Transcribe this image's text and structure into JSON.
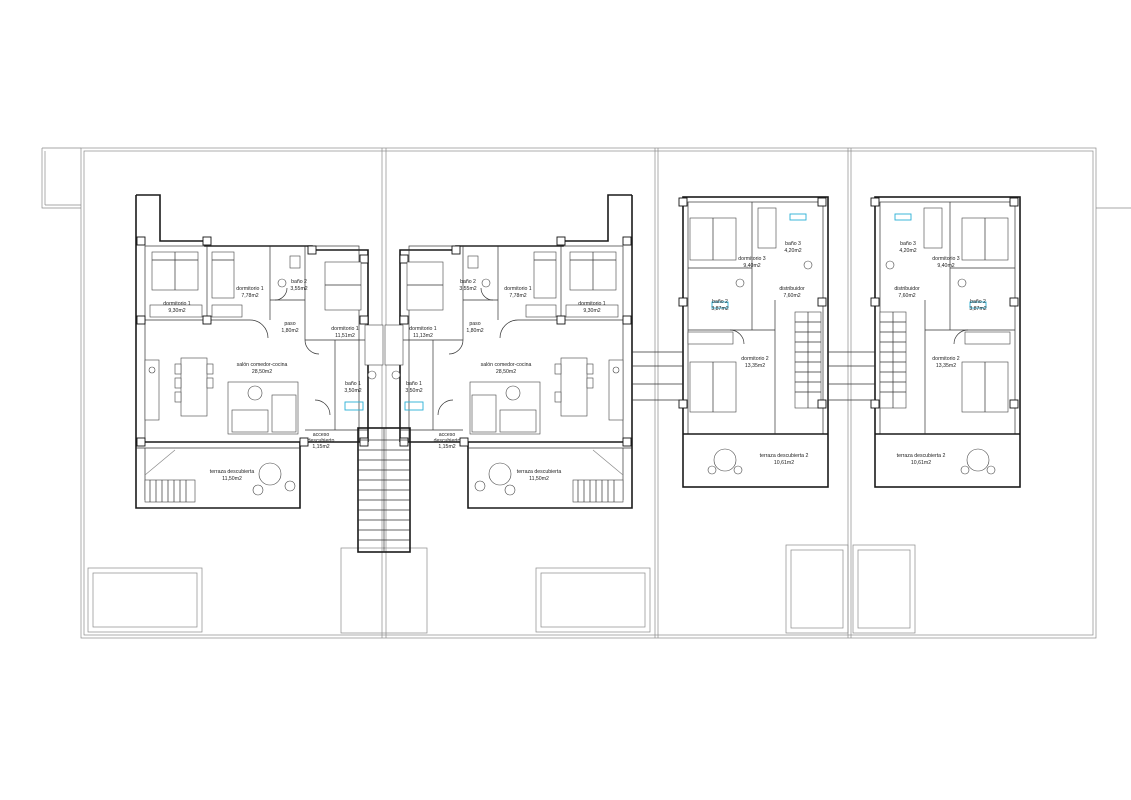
{
  "rooms": {
    "left_unit": {
      "dorm_main": {
        "name": "dormitorio 1",
        "area": "9,30m2"
      },
      "dorm_small": {
        "name": "dormitorio 1",
        "area": "7,78m2"
      },
      "bath_2": {
        "name": "baño 2",
        "area": "3,55m2"
      },
      "paso": {
        "name": "paso",
        "area": "1,80m2"
      },
      "dorm_center": {
        "name": "dormitorio 1",
        "area": "11,51m2"
      },
      "salon": {
        "name": "salón comedor-cocina",
        "area": "28,50m2"
      },
      "bath_1": {
        "name": "baño 1",
        "area": "3,50m2"
      },
      "acceso": {
        "name_1": "acceso",
        "name_2": "descubierto",
        "area": "1,15m2"
      },
      "terraza": {
        "name": "terraza descubierta",
        "area": "11,50m2"
      }
    },
    "right_unit": {
      "dorm_main": {
        "name": "dormitorio 1",
        "area": "9,30m2"
      },
      "dorm_small": {
        "name": "dormitorio 1",
        "area": "7,78m2"
      },
      "bath_2": {
        "name": "baño 2",
        "area": "3,55m2"
      },
      "paso": {
        "name": "paso",
        "area": "1,80m2"
      },
      "dorm_center": {
        "name": "dormitorio 1",
        "area": "11,13m2"
      },
      "salon": {
        "name": "salón comedor-cocina",
        "area": "28,50m2"
      },
      "bath_1": {
        "name": "baño 1",
        "area": "3,50m2"
      },
      "acceso": {
        "name_1": "acceso",
        "name_2": "descubierto",
        "area": "1,15m2"
      },
      "terraza": {
        "name": "terraza descubierta",
        "area": "11,50m2"
      }
    },
    "upper_a": {
      "dorm_3": {
        "name": "dormitorio 3",
        "area": "9,40m2"
      },
      "bath_3": {
        "name": "baño 3",
        "area": "4,20m2"
      },
      "distribuidor": {
        "name": "distribuidor",
        "area": "7,60m2"
      },
      "bath_2": {
        "name": "baño 2",
        "area": "3,87m2"
      },
      "dorm_2": {
        "name": "dormitorio 2",
        "area": "13,35m2"
      },
      "terraza": {
        "name": "terraza descubierta 2",
        "area": "10,61m2"
      }
    },
    "upper_b": {
      "bath_3": {
        "name": "baño 3",
        "area": "4,20m2"
      },
      "dorm_3": {
        "name": "dormitorio 3",
        "area": "9,40m2"
      },
      "distribuidor": {
        "name": "distribuidor",
        "area": "7,60m2"
      },
      "bath_2": {
        "name": "baño 2",
        "area": "3,87m2"
      },
      "dorm_2": {
        "name": "dormitorio 2",
        "area": "13,35m2"
      },
      "terraza": {
        "name": "terraza descubierta 2",
        "area": "10,61m2"
      }
    }
  }
}
